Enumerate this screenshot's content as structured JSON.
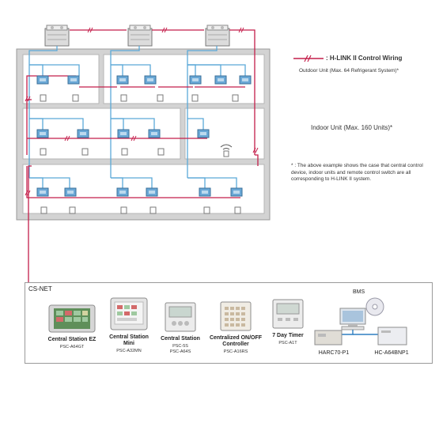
{
  "legend": {
    "control_wiring": ": H-LINK II Control Wiring",
    "outdoor": "Outdoor Unit (Max. 64 Refrigerant System)*",
    "indoor": "Indoor Unit (Max. 160 Units)*",
    "note": "* : The above example shows the case that central control device, indoor units and remote control switch are all corresponding to H-LINK II system."
  },
  "colors": {
    "wiring": "#c41e4a",
    "refrigerant": "#5aa9d8",
    "building": "#9a9a9a",
    "floor_fill": "#ffffff"
  },
  "csnet": {
    "title": "CS-NET",
    "devices": [
      {
        "name": "Central Station EZ",
        "model": "PSC-A64GT",
        "icon": "touchscreen-icon"
      },
      {
        "name": "Central Station Mini",
        "model": "PSC-A32MN",
        "icon": "touchscreen-mini-icon"
      },
      {
        "name": "Central Station",
        "model": "PSC-5S\nPSC-A64S",
        "icon": "controller-icon"
      },
      {
        "name": "Centralized ON/OFF Controller",
        "model": "PSC-A16RS",
        "icon": "onoff-controller-icon"
      },
      {
        "name": "7 Day Timer",
        "model": "PSC-A1T",
        "icon": "timer-icon"
      }
    ],
    "bms": {
      "label": "BMS",
      "gateways": [
        {
          "name": "HARC70-P1"
        },
        {
          "name": "HC-A64BNP1"
        }
      ]
    }
  }
}
